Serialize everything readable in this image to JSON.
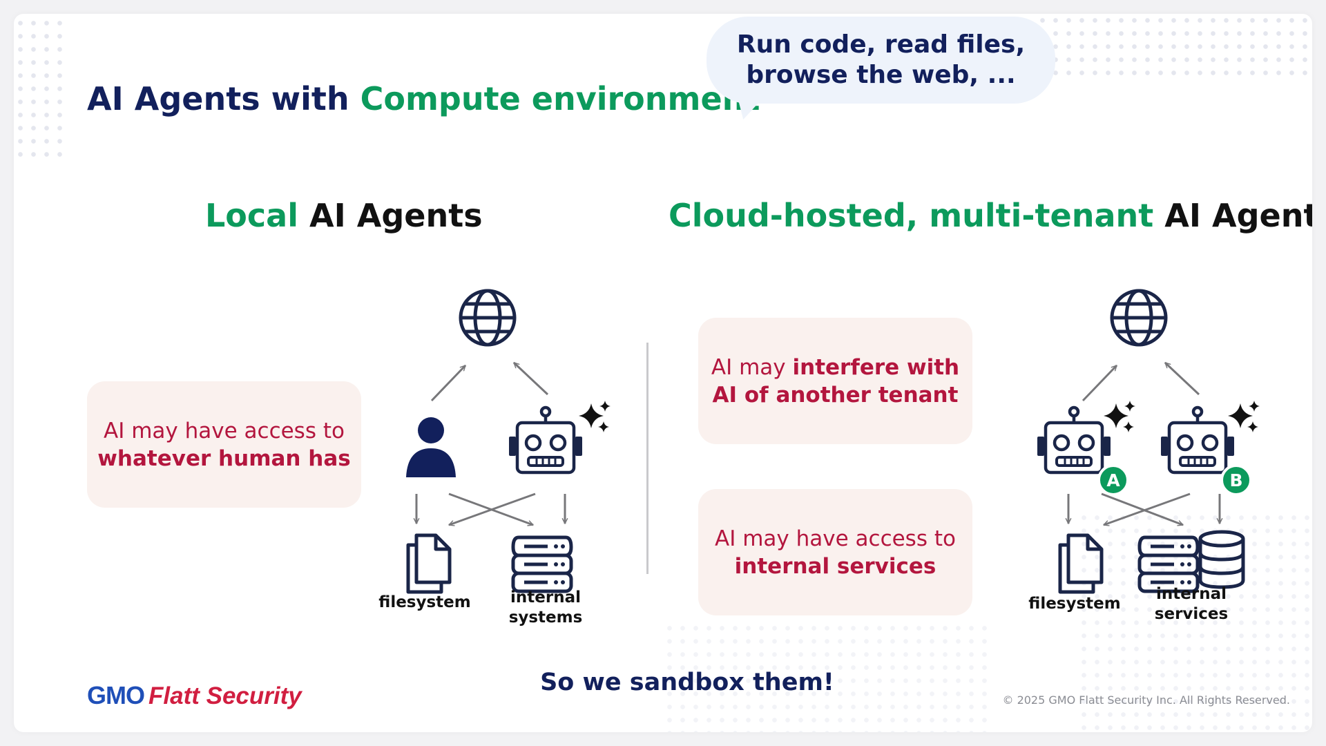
{
  "title": {
    "prefix": "AI Agents with ",
    "highlight": "Compute environment"
  },
  "speech_bubble": {
    "line1": "Run code, read files,",
    "line2": "browse the web, ..."
  },
  "local": {
    "heading_highlight": "Local",
    "heading_rest": " AI Agents",
    "warning": {
      "line1": "AI may have access to",
      "line2": "whatever human has"
    },
    "labels": {
      "filesystem": "filesystem",
      "internal_line1": "internal",
      "internal_line2": "systems"
    }
  },
  "cloud": {
    "heading_highlight": "Cloud-hosted, multi-tenant",
    "heading_rest": " AI Agents",
    "warning1": {
      "line1_plain": "AI may ",
      "line1_bold": "interfere with",
      "line2": "AI of another tenant"
    },
    "warning2": {
      "line1": "AI may have access to",
      "line2": "internal services"
    },
    "badges": {
      "a": "A",
      "b": "B"
    },
    "labels": {
      "filesystem": "filesystem",
      "internal_line1": "internal",
      "internal_line2": "services"
    }
  },
  "footer": {
    "message": "So we sandbox them!",
    "copyright": "© 2025 GMO Flatt Security Inc. All Rights Reserved.",
    "logo_gmo": "GMO",
    "logo_flatt": "Flatt Security"
  },
  "colors": {
    "navy": "#12205c",
    "green": "#0c9a5c",
    "crimson": "#b3163e",
    "warn_bg": "#faf1ee",
    "bubble_bg": "#eef3fb",
    "icon": "#1a2548",
    "arrow": "#77777a"
  },
  "icons": [
    "globe-icon",
    "person-icon",
    "robot-icon",
    "sparkle-icon",
    "file-icon",
    "server-icon",
    "database-icon",
    "arrow-icon"
  ]
}
